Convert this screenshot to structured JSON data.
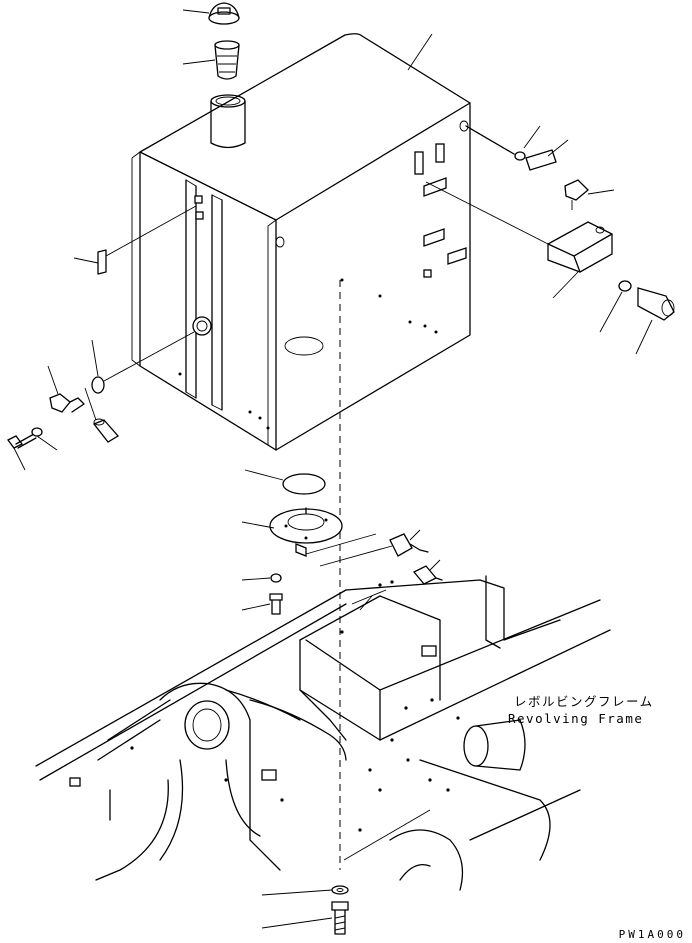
{
  "frame_label": {
    "japanese": "レボルビングフレーム",
    "english": "Revolving Frame"
  },
  "drawing_code": "PW1A000"
}
